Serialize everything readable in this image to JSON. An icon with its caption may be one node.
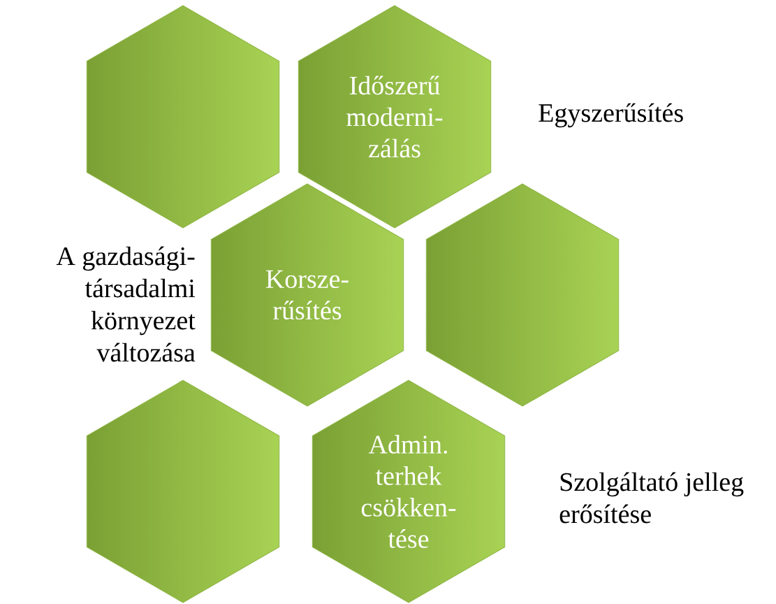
{
  "diagram": {
    "nodes": [
      {
        "text": [],
        "shape": "hexagon"
      },
      {
        "text": [
          "Időszerű moderni-zálás"
        ],
        "beside": [
          "Egyszerűsítés"
        ]
      },
      {
        "text": [
          "Korsze-rűsítés"
        ],
        "beside": [
          "A gazdasági-társadalmi környezet változása"
        ]
      },
      {
        "text": [],
        "shape": "hexagon"
      },
      {
        "text": [],
        "shape": "hexagon"
      },
      {
        "text": [
          "Admin. terhek csökken-tése"
        ],
        "beside": [
          "Szolgáltató jelleg erősítése"
        ]
      }
    ],
    "edges": []
  }
}
